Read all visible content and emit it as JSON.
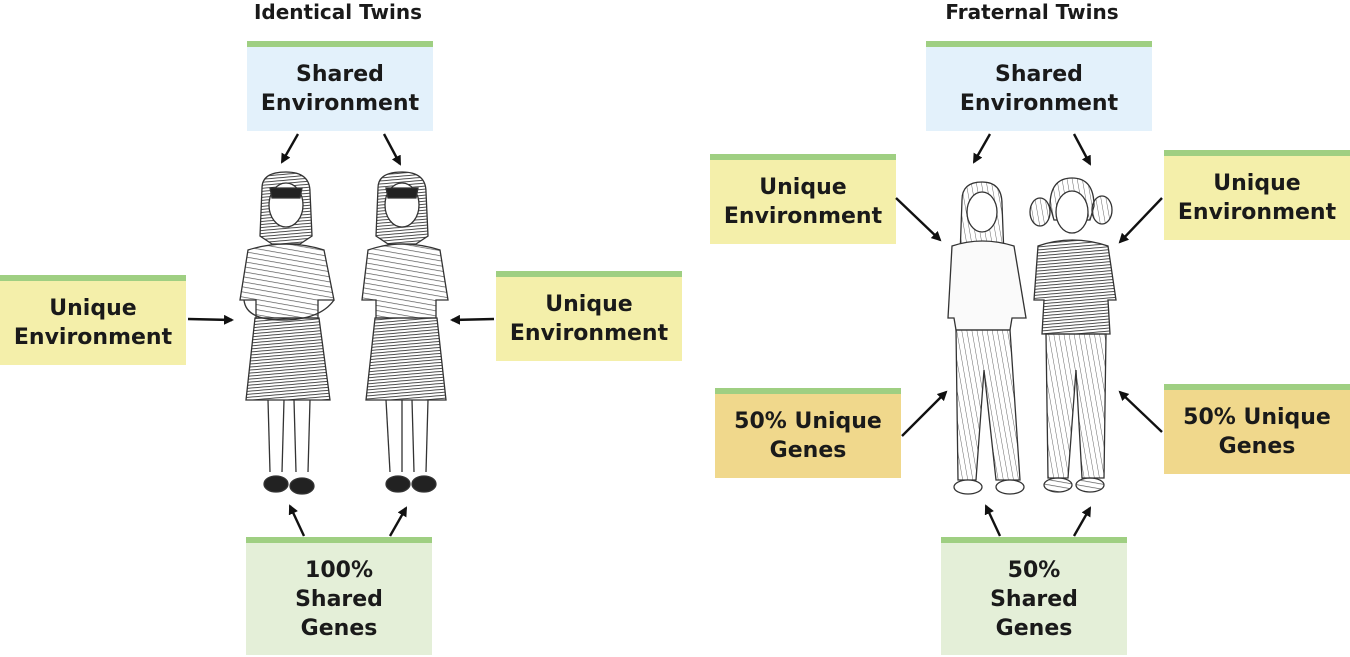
{
  "colors": {
    "accent_bar": "#9fcf82",
    "shared_environment": "#e3f1fb",
    "unique_environment": "#f4efaa",
    "shared_genes": "#e4efd8",
    "unique_genes": "#f0d88c",
    "arrow": "#111111"
  },
  "identical": {
    "title": "Identical Twins",
    "shared_env": "Shared\nEnvironment",
    "unique_env_left": "Unique\nEnvironment",
    "unique_env_right": "Unique\nEnvironment",
    "genes": "100%\nShared\nGenes"
  },
  "fraternal": {
    "title": "Fraternal Twins",
    "shared_env": "Shared\nEnvironment",
    "unique_env_left": "Unique\nEnvironment",
    "unique_env_right": "Unique\nEnvironment",
    "unique_genes_left": "50% Unique\nGenes",
    "unique_genes_right": "50% Unique\nGenes",
    "genes": "50%\nShared\nGenes"
  },
  "illustrations": [
    "identical-twin-girl",
    "identical-twin-girl",
    "fraternal-twin-girl",
    "fraternal-twin-girl"
  ]
}
